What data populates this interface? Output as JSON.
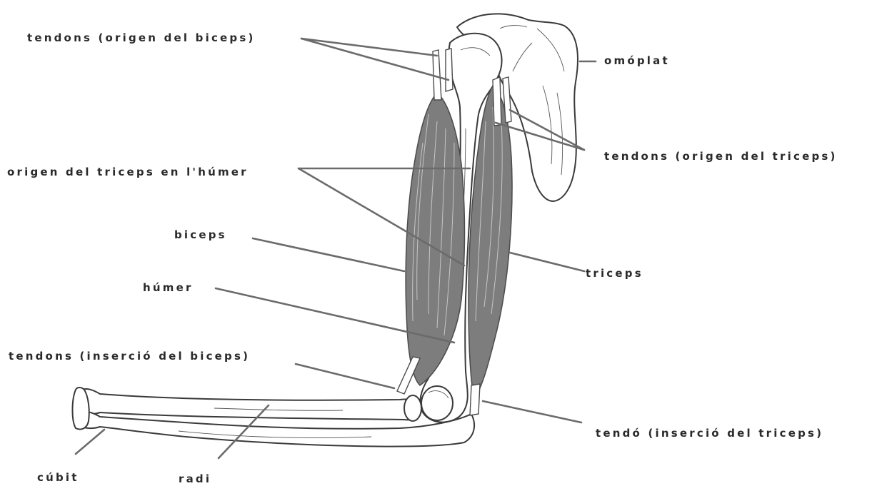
{
  "labels": {
    "biceps_origin_tendons": "tendons (origen del biceps)",
    "scapula": "omóplat",
    "triceps_origin_tendons": "tendons (origen del triceps)",
    "triceps_origin_humerus": "origen del triceps en l'húmer",
    "biceps": "biceps",
    "triceps": "triceps",
    "humerus": "húmer",
    "biceps_insertion_tendons": "tendons (inserció del biceps)",
    "triceps_insertion_tendon": "tendó (inserció del triceps)",
    "ulna": "cúbit",
    "radius": "radi"
  },
  "icons": {
    "scapula": "scapula-bone-icon",
    "humerus": "humerus-bone-icon",
    "forearm": "forearm-bones-icon",
    "biceps": "biceps-muscle-icon",
    "triceps": "triceps-muscle-icon"
  },
  "colors": {
    "background": "#ffffff",
    "muscle": "#7d7d7d",
    "leader_line": "#6b6b6b",
    "ink": "#2a2a2a"
  }
}
